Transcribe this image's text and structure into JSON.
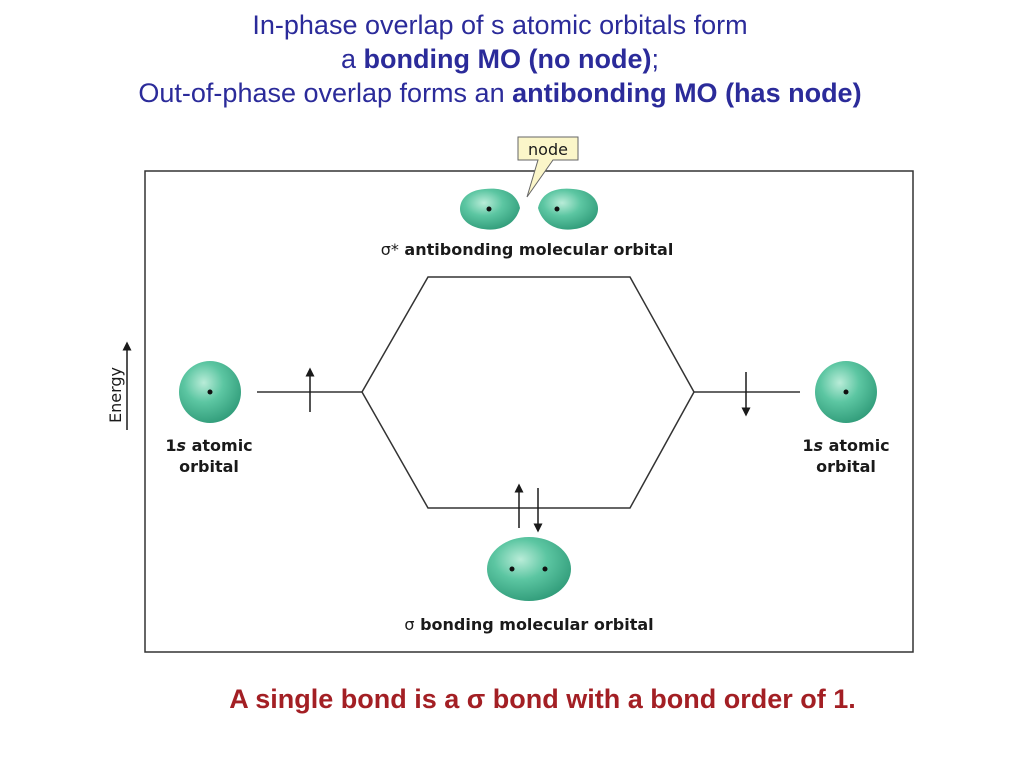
{
  "title": {
    "line1": "In-phase overlap of s atomic orbitals form",
    "line2_prefix": "a",
    "line2_bold": "bonding MO (no node)",
    "line2_suffix": ";",
    "line3_prefix": "Out-of-phase overlap forms an",
    "line3_bold": "antibonding MO (has node)"
  },
  "diagram": {
    "callout": "node",
    "antibonding_sigma": "σ*",
    "antibonding_label": "antibonding molecular orbital",
    "bonding_sigma": "σ",
    "bonding_label": "bonding molecular orbital",
    "energy_label": "Energy",
    "left_orbital": {
      "name": "1s",
      "word": "atomic",
      "line2": "orbital",
      "electron_spin": "up"
    },
    "right_orbital": {
      "name": "1s",
      "word": "atomic",
      "line2": "orbital",
      "electron_spin": "down"
    },
    "bonding_electrons": [
      "up",
      "down"
    ],
    "orbital_color": "#4fbf9a",
    "line_color": "#333333"
  },
  "footer": {
    "prefix": "A single bond is a",
    "sigma": "σ",
    "suffix": "bond with a bond order of 1."
  }
}
